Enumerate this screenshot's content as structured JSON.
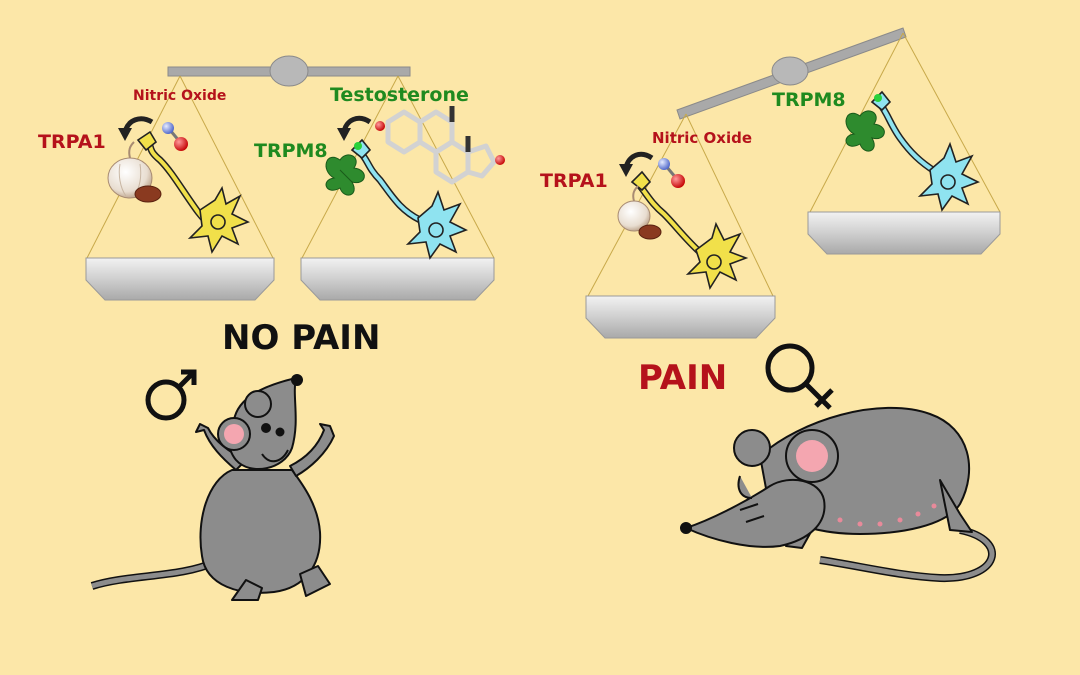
{
  "labels": {
    "nitric_oxide": "Nitric Oxide",
    "testosterone": "Testosterone",
    "trpa1": "TRPA1",
    "trpm8": "TRPM8",
    "no_pain": "NO PAIN",
    "pain": "PAIN"
  },
  "symbols": {
    "male": "male-symbol",
    "female": "female-symbol"
  },
  "colors": {
    "background": "#fce7a8",
    "red_label": "#b5121b",
    "green_label": "#1f8a1f",
    "beam": "#a9a9a9",
    "pan": "#c8c8c8",
    "mouse": "#8c8c8c",
    "ear_inner": "#f4a6b0",
    "neuron_yellow": "#f1e04a",
    "neuron_cyan": "#8fe3f0"
  }
}
